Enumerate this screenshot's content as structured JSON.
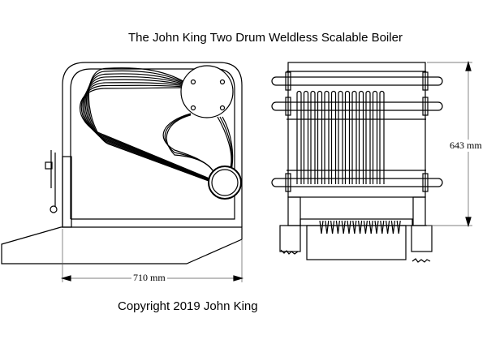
{
  "title": "The John King Two Drum Weldless Scalable Boiler",
  "copyright": "Copyright 2019  John King",
  "dimensions": {
    "width": "710 mm",
    "height": "643 mm"
  }
}
